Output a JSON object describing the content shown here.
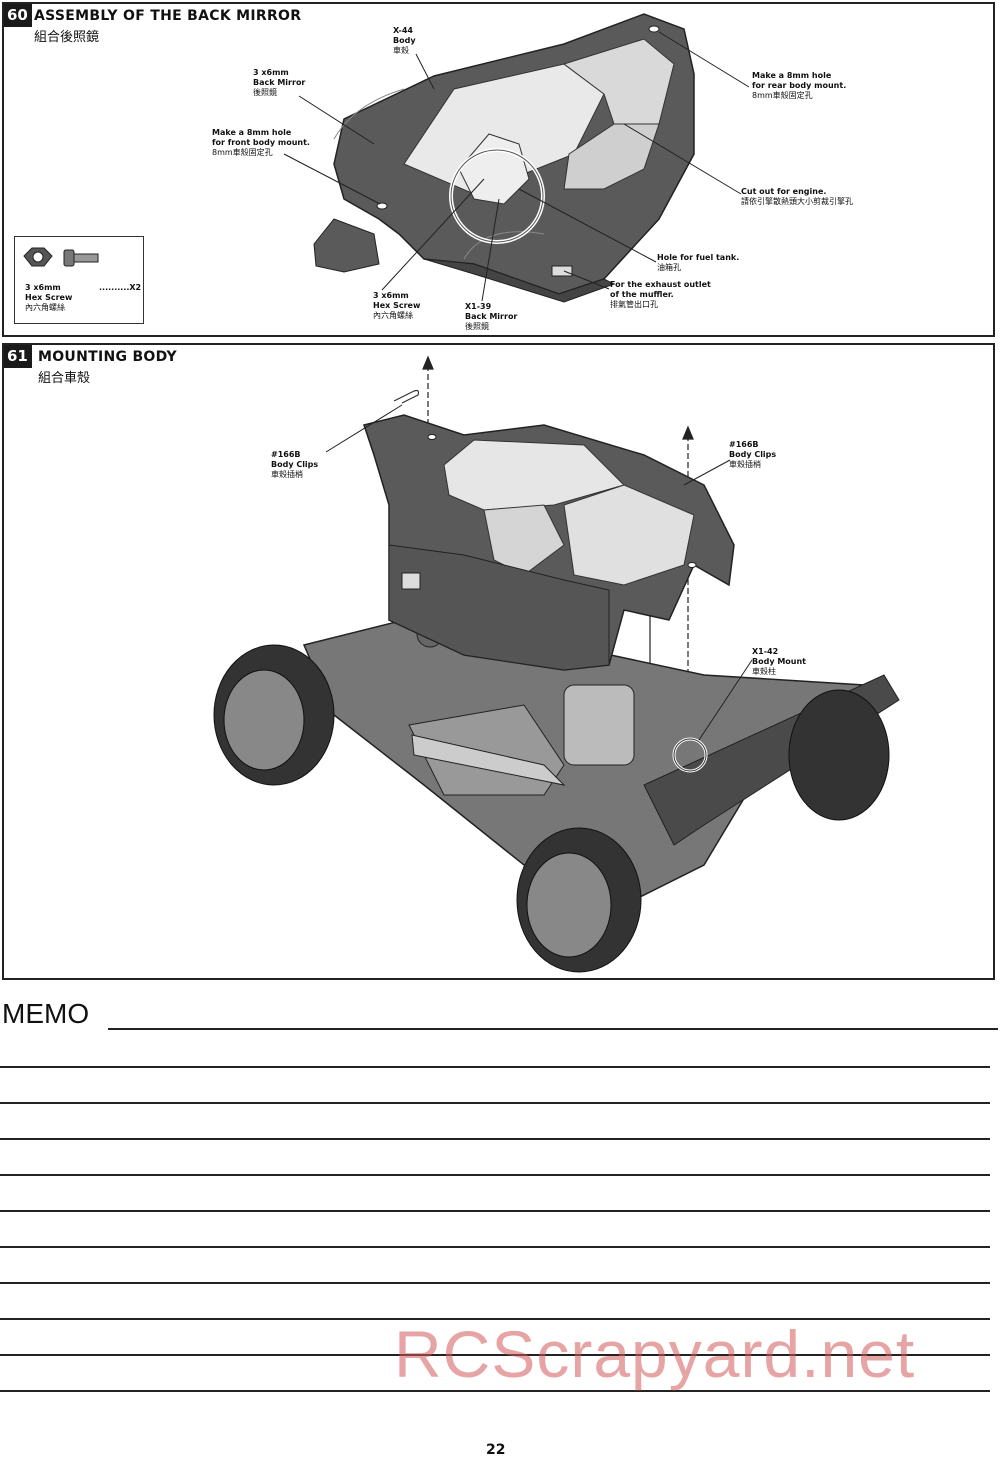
{
  "step60": {
    "number": "60",
    "title": "ASSEMBLY OF THE BACK MIRROR",
    "subtitle": "組合後照鏡",
    "labels": {
      "body": {
        "code": "X-44",
        "name": "Body",
        "zh": "車殼"
      },
      "back_mirror_screw": {
        "code": "3 x6mm",
        "name": "Back Mirror",
        "zh": "後照鏡"
      },
      "front_hole": {
        "line1": "Make a 8mm hole",
        "line2": "for front body mount.",
        "zh": "8mm車殼固定孔"
      },
      "rear_hole": {
        "line1": "Make a 8mm hole",
        "line2": "for rear body mount.",
        "zh": "8mm車殼固定孔"
      },
      "cutout": {
        "line1": "Cut out for engine.",
        "zh": "請依引擎散熱頭大小剪裁引擎孔"
      },
      "fuel_hole": {
        "line1": "Hole for fuel tank.",
        "zh": "油箱孔"
      },
      "exhaust": {
        "line1": "For the exhaust outlet",
        "line2": "of the muffler.",
        "zh": "排氣管出口孔"
      },
      "hex_screw": {
        "code": "3 x6mm",
        "name": "Hex Screw",
        "zh": "內六角螺絲"
      },
      "back_mirror": {
        "code": "X1-39",
        "name": "Back Mirror",
        "zh": "後照鏡"
      }
    },
    "parts_box": {
      "code": "3 x6mm",
      "name": "Hex Screw",
      "zh": "內六角螺絲",
      "qty": "..........X2"
    }
  },
  "step61": {
    "number": "61",
    "title": "MOUNTING BODY",
    "subtitle": "組合車殼",
    "labels": {
      "clips_left": {
        "code": "#166B",
        "name": "Body Clips",
        "zh": "車殼插梢"
      },
      "clips_right": {
        "code": "#166B",
        "name": "Body Clips",
        "zh": "車殼插梢"
      },
      "body_mount": {
        "code": "X1-42",
        "name": "Body Mount",
        "zh": "車殼柱"
      }
    }
  },
  "memo_label": "MEMO",
  "watermark": "RCScrapyard.net",
  "page_number": "22"
}
